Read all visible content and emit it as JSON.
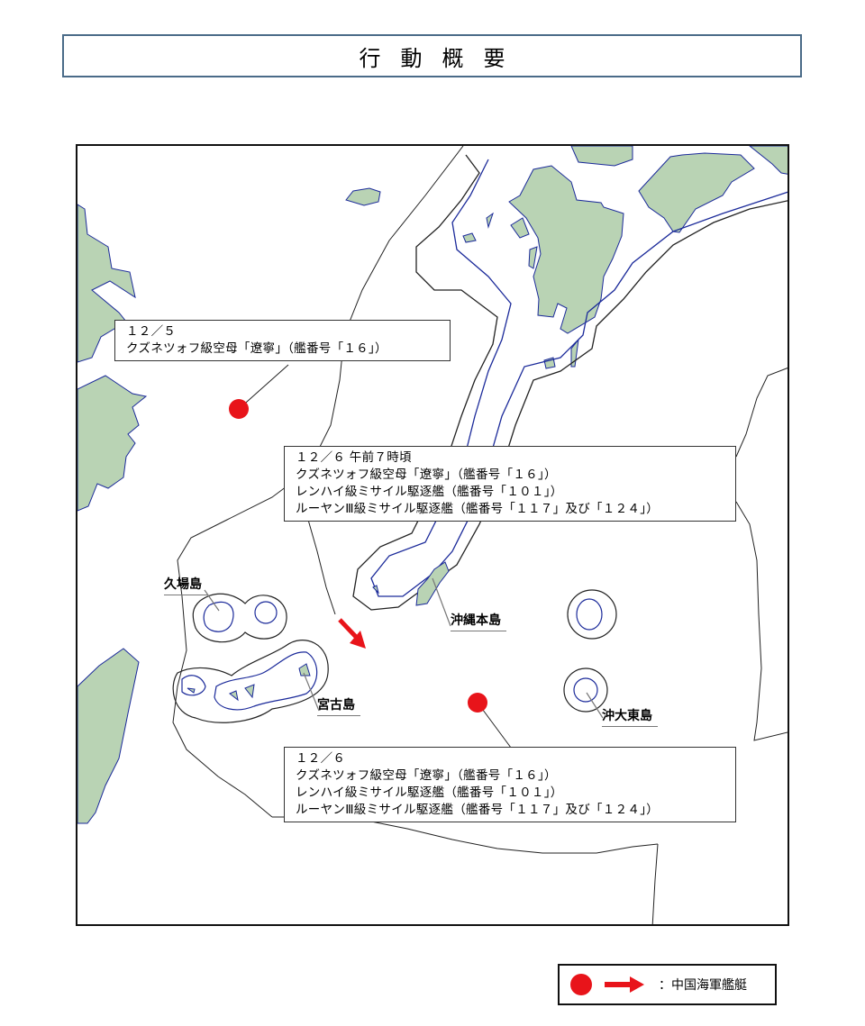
{
  "header": {
    "title": "行動概要"
  },
  "map": {
    "colors": {
      "land": "#b9d3b4",
      "coast": "#1b2a9a",
      "contour": "#222222",
      "marker": "#e8141a"
    },
    "callouts": [
      {
        "id": "dec5",
        "lines": [
          "１２／５",
          "クズネツォフ級空母「遼寧」（艦番号「１６」）"
        ]
      },
      {
        "id": "dec6-am7",
        "lines": [
          "１２／６ 午前７時頃",
          "クズネツォフ級空母「遼寧」（艦番号「１６」）",
          "レンハイ級ミサイル駆逐艦（艦番号「１０１」）",
          "ルーヤンⅢ級ミサイル駆逐艦（艦番号「１１７」及び「１２４」）"
        ]
      },
      {
        "id": "dec6",
        "lines": [
          "１２／６",
          "クズネツォフ級空母「遼寧」（艦番号「１６」）",
          "レンハイ級ミサイル駆逐艦（艦番号「１０１」）",
          "ルーヤンⅢ級ミサイル駆逐艦（艦番号「１１７」及び「１２４」）"
        ]
      }
    ],
    "places": [
      {
        "id": "kuba",
        "name": "久場島"
      },
      {
        "id": "okinawa",
        "name": "沖縄本島"
      },
      {
        "id": "miyako",
        "name": "宮古島"
      },
      {
        "id": "okidaito",
        "name": "沖大東島"
      }
    ]
  },
  "legend": {
    "label": "：中国海軍艦艇",
    "icons": [
      "red-dot-icon",
      "red-arrow-icon"
    ]
  }
}
